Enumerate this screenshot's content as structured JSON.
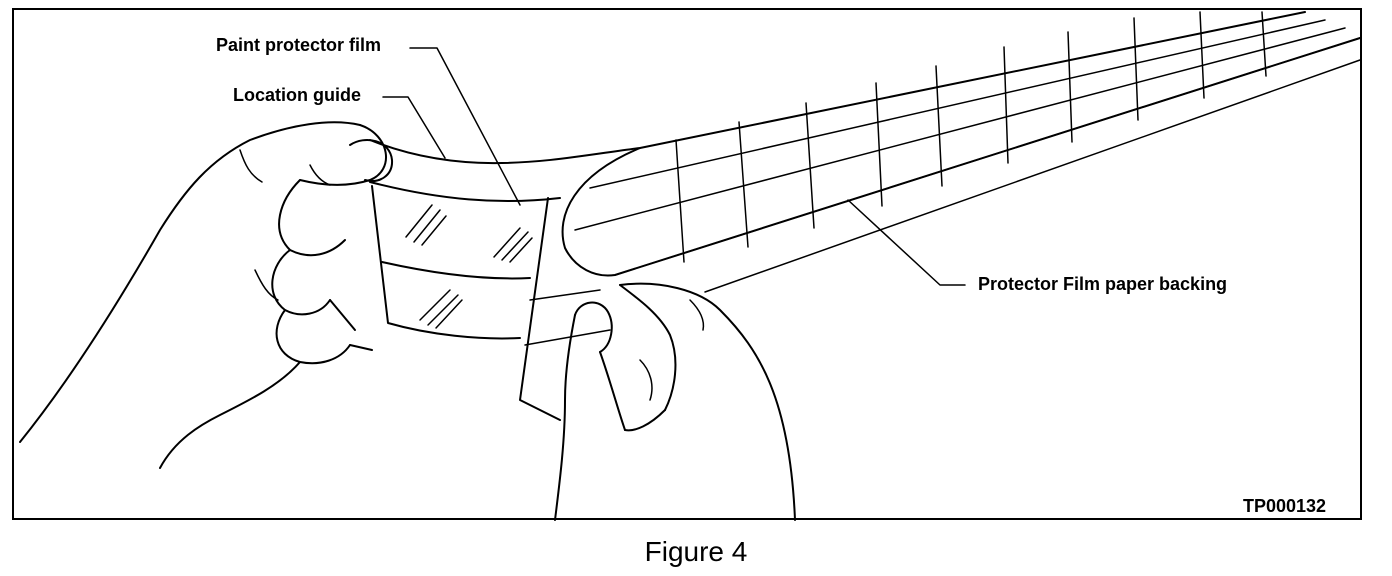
{
  "figure": {
    "callouts": {
      "paint_protector_film": "Paint protector film",
      "location_guide": "Location guide",
      "paper_backing": "Protector Film paper backing"
    },
    "figure_id": "TP000132",
    "caption": "Figure 4"
  },
  "colors": {
    "ink": "#000000",
    "paper": "#ffffff"
  }
}
